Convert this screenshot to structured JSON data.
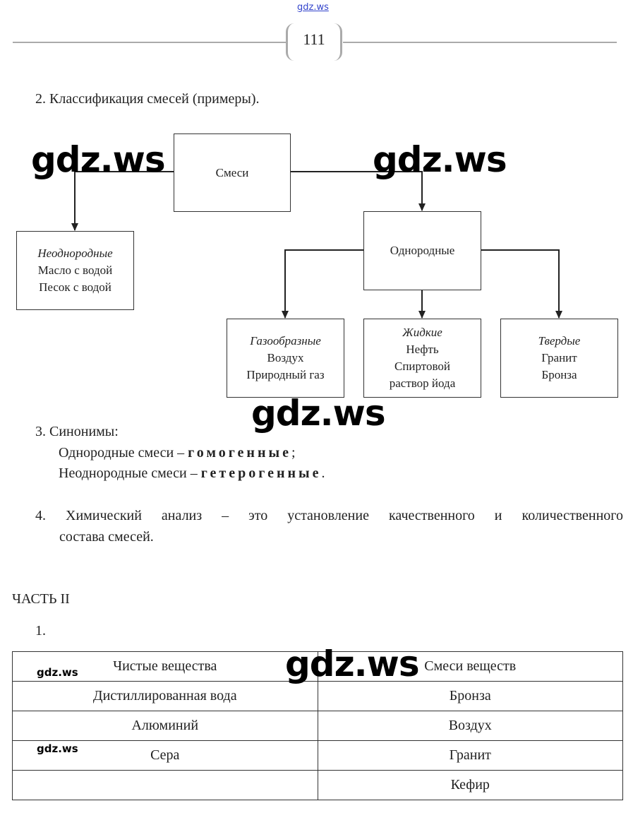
{
  "header": {
    "site_link": "gdz.ws",
    "page_number": "111"
  },
  "watermark": "gdz.ws",
  "section2": {
    "title": "2. Классификация смесей (примеры).",
    "root": "Смеси",
    "heterogeneous": {
      "title": "Неоднородные",
      "items": [
        "Масло с водой",
        "Песок с водой"
      ]
    },
    "homogeneous": "Однородные",
    "gaseous": {
      "title": "Газообразные",
      "items": [
        "Воздух",
        "Природный газ"
      ]
    },
    "liquid": {
      "title": "Жидкие",
      "items": [
        "Нефть",
        "Спиртовой",
        "раствор йода"
      ]
    },
    "solid": {
      "title": "Твердые",
      "items": [
        "Гранит",
        "Бронза"
      ]
    }
  },
  "section3": {
    "title": "3. Синонимы:",
    "line1_prefix": "Однородные смеси –",
    "line1_answer": "гомогенные",
    "line1_end": ";",
    "line2_prefix": "Неоднородные смеси –",
    "line2_answer": "гетерогенные",
    "line2_end": "."
  },
  "section4": {
    "line1": "4. Химический анализ – это установление качественного и количественного",
    "line2": "состава смесей."
  },
  "part2": {
    "title": "ЧАСТЬ II",
    "item": "1.",
    "table": {
      "headers": [
        "Чистые вещества",
        "Смеси веществ"
      ],
      "rows": [
        [
          "Дистиллированная вода",
          "Бронза"
        ],
        [
          "Алюминий",
          "Воздух"
        ],
        [
          "Сера",
          "Гранит"
        ],
        [
          "",
          "Кефир"
        ]
      ]
    }
  }
}
